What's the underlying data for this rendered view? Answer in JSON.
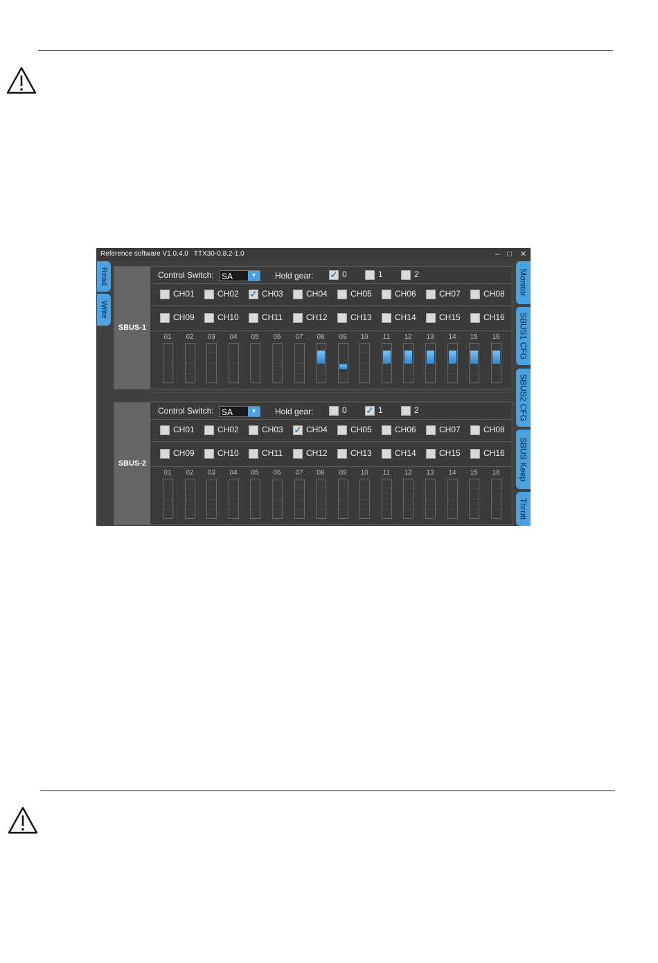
{
  "window": {
    "title": "Reference software V1.0.4.0   TTX30-0.8.2-1.0",
    "controls": [
      "–",
      "□",
      "✕"
    ]
  },
  "left_tabs": [
    "Read",
    "Write"
  ],
  "right_tabs": [
    "Monitor",
    "SBUS1 CFG",
    "SBUS2 CFG",
    "SBUS Keep",
    "Thrott"
  ],
  "icons": {
    "warning": "warning-triangle-icon",
    "dropdown": "chevron-down-icon",
    "check": "checkmark-icon"
  },
  "colors": {
    "accent": "#4aa3e0",
    "panel": "#3b3b3b",
    "background": "#404040"
  },
  "panels": [
    {
      "name": "SBUS-1",
      "control_switch_label": "Control Switch:",
      "control_switch_value": "SA",
      "hold_gear_label": "Hold gear:",
      "hold_gear_options": [
        {
          "label": "0",
          "checked": true
        },
        {
          "label": "1",
          "checked": false
        },
        {
          "label": "2",
          "checked": false
        }
      ],
      "channels_row1": [
        {
          "label": "CH01",
          "checked": false
        },
        {
          "label": "CH02",
          "checked": false
        },
        {
          "label": "CH03",
          "checked": true
        },
        {
          "label": "CH04",
          "checked": false
        },
        {
          "label": "CH05",
          "checked": false
        },
        {
          "label": "CH06",
          "checked": false
        },
        {
          "label": "CH07",
          "checked": false
        },
        {
          "label": "CH08",
          "checked": false
        }
      ],
      "channels_row2": [
        {
          "label": "CH09",
          "checked": false
        },
        {
          "label": "CH10",
          "checked": false
        },
        {
          "label": "CH11",
          "checked": false
        },
        {
          "label": "CH12",
          "checked": false
        },
        {
          "label": "CH13",
          "checked": false
        },
        {
          "label": "CH14",
          "checked": false
        },
        {
          "label": "CH15",
          "checked": false
        },
        {
          "label": "CH16",
          "checked": false
        }
      ],
      "bar_labels": [
        "01",
        "02",
        "03",
        "04",
        "05",
        "06",
        "07",
        "08",
        "09",
        "10",
        "11",
        "12",
        "13",
        "14",
        "15",
        "16"
      ],
      "bar_states": [
        "none",
        "none",
        "none",
        "none",
        "none",
        "none",
        "none",
        "high",
        "low",
        "none",
        "high",
        "high",
        "high",
        "high",
        "high",
        "high"
      ]
    },
    {
      "name": "SBUS-2",
      "control_switch_label": "Control Switch:",
      "control_switch_value": "SA",
      "hold_gear_label": "Hold gear:",
      "hold_gear_options": [
        {
          "label": "0",
          "checked": false
        },
        {
          "label": "1",
          "checked": true
        },
        {
          "label": "2",
          "checked": false
        }
      ],
      "channels_row1": [
        {
          "label": "CH01",
          "checked": false
        },
        {
          "label": "CH02",
          "checked": false
        },
        {
          "label": "CH03",
          "checked": false
        },
        {
          "label": "CH04",
          "checked": true
        },
        {
          "label": "CH05",
          "checked": false
        },
        {
          "label": "CH06",
          "checked": false
        },
        {
          "label": "CH07",
          "checked": false
        },
        {
          "label": "CH08",
          "checked": false
        }
      ],
      "channels_row2": [
        {
          "label": "CH09",
          "checked": false
        },
        {
          "label": "CH10",
          "checked": false
        },
        {
          "label": "CH11",
          "checked": false
        },
        {
          "label": "CH12",
          "checked": false
        },
        {
          "label": "CH13",
          "checked": false
        },
        {
          "label": "CH14",
          "checked": false
        },
        {
          "label": "CH15",
          "checked": false
        },
        {
          "label": "CH16",
          "checked": false
        }
      ],
      "bar_labels": [
        "01",
        "02",
        "03",
        "04",
        "05",
        "06",
        "07",
        "08",
        "09",
        "10",
        "11",
        "12",
        "13",
        "14",
        "15",
        "16"
      ],
      "bar_states": [
        "none",
        "none",
        "none",
        "none",
        "none",
        "none",
        "none",
        "none",
        "none",
        "none",
        "none",
        "none",
        "none",
        "none",
        "none",
        "none"
      ]
    }
  ]
}
